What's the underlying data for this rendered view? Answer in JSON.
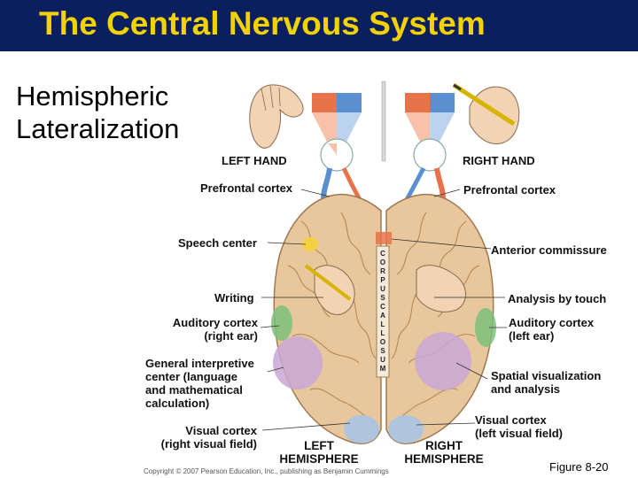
{
  "header": {
    "title": "The Central Nervous System"
  },
  "subtitle": {
    "line1": "Hemispheric",
    "line2": "Lateralization"
  },
  "labels": {
    "left_hand": "LEFT HAND",
    "right_hand": "RIGHT HAND",
    "prefrontal_left": "Prefrontal cortex",
    "prefrontal_right": "Prefrontal cortex",
    "speech_center": "Speech center",
    "anterior_commissure": "Anterior commissure",
    "writing": "Writing",
    "analysis_by_touch": "Analysis by touch",
    "auditory_left_1": "Auditory cortex",
    "auditory_left_2": "(right ear)",
    "auditory_right_1": "Auditory cortex",
    "auditory_right_2": "(left ear)",
    "general_1": "General interpretive",
    "general_2": "center (language",
    "general_3": "and mathematical",
    "general_4": "calculation)",
    "spatial_1": "Spatial visualization",
    "spatial_2": "and analysis",
    "visual_left_1": "Visual cortex",
    "visual_left_2": "(right visual field)",
    "visual_right_1": "Visual cortex",
    "visual_right_2": "(left visual field)",
    "left_hemi_1": "LEFT",
    "left_hemi_2": "HEMISPHERE",
    "right_hemi_1": "RIGHT",
    "right_hemi_2": "HEMISPHERE",
    "corpus_callosum": [
      "C",
      "O",
      "R",
      "P",
      "U",
      "S",
      "C",
      "A",
      "L",
      "L",
      "O",
      "S",
      "U",
      "M"
    ]
  },
  "footer": {
    "credit": "Copyright © 2007 Pearson Education, Inc., publishing as Benjamin Cummings",
    "figure": "Figure 8-20"
  },
  "colors": {
    "title_bar": "#0b1f5e",
    "title_text": "#f2d200",
    "brain": "#e8c79c",
    "speech_area": "#f5d23a",
    "auditory_area": "#7dbf7a",
    "interpretive_area": "#c9a7d6",
    "visual_area": "#a9c4e6",
    "field_orange": "#e8734a",
    "field_blue": "#5a8fd0"
  }
}
